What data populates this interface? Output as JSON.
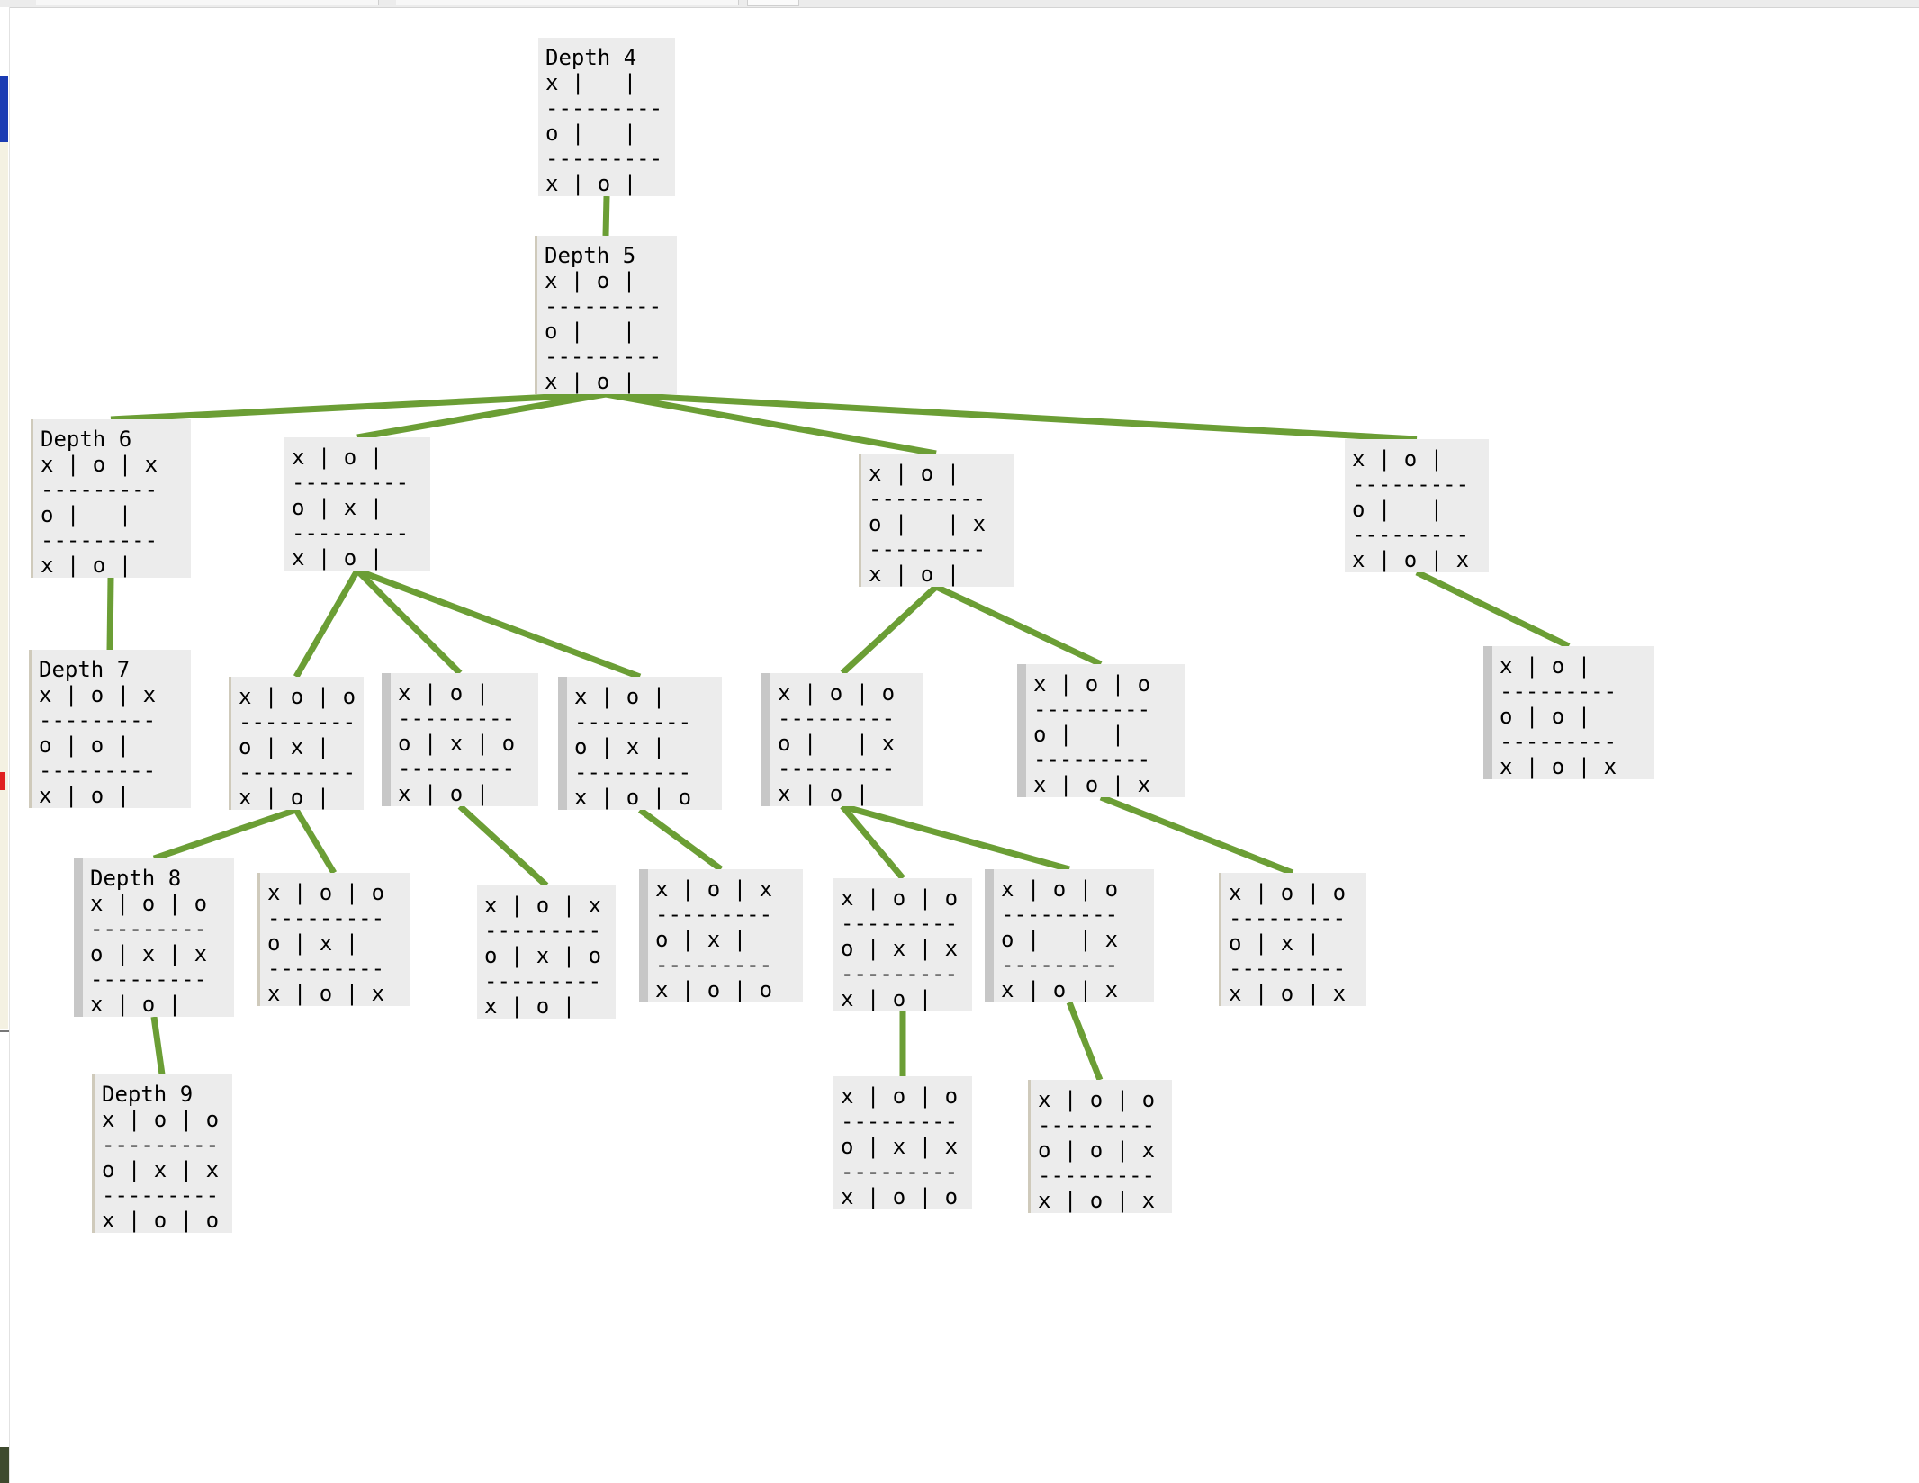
{
  "tree": {
    "nodes": [
      {
        "id": "n4",
        "depth_label": "Depth 4",
        "board": "x |   |\n---------\no |   |\n---------\nx | o |"
      },
      {
        "id": "n5",
        "depth_label": "Depth 5",
        "board": "x | o |\n---------\no |   |\n---------\nx | o |"
      },
      {
        "id": "n6a",
        "depth_label": "Depth 6",
        "board": "x | o | x\n---------\no |   |\n---------\nx | o |"
      },
      {
        "id": "n6b",
        "depth_label": "",
        "board": "x | o |\n---------\no | x |\n---------\nx | o |"
      },
      {
        "id": "n6c",
        "depth_label": "",
        "board": "x | o |\n---------\no |   | x\n---------\nx | o |"
      },
      {
        "id": "n6d",
        "depth_label": "",
        "board": "x | o |\n---------\no |   |\n---------\nx | o | x"
      },
      {
        "id": "n7a",
        "depth_label": "Depth 7",
        "board": "x | o | x\n---------\no | o |\n---------\nx | o |"
      },
      {
        "id": "n7b",
        "depth_label": "",
        "board": "x | o | o\n---------\no | x |\n---------\nx | o |"
      },
      {
        "id": "n7c",
        "depth_label": "",
        "board": "x | o |\n---------\no | x | o\n---------\nx | o |"
      },
      {
        "id": "n7d",
        "depth_label": "",
        "board": "x | o |\n---------\no | x |\n---------\nx | o | o"
      },
      {
        "id": "n7e",
        "depth_label": "",
        "board": "x | o | o\n---------\no |   | x\n---------\nx | o |"
      },
      {
        "id": "n7f",
        "depth_label": "",
        "board": "x | o | o\n---------\no |   |\n---------\nx | o | x"
      },
      {
        "id": "n7g",
        "depth_label": "",
        "board": "x | o |\n---------\no | o |\n---------\nx | o | x"
      },
      {
        "id": "n8a",
        "depth_label": "Depth 8",
        "board": "x | o | o\n---------\no | x | x\n---------\nx | o |"
      },
      {
        "id": "n8b",
        "depth_label": "",
        "board": "x | o | o\n---------\no | x |\n---------\nx | o | x"
      },
      {
        "id": "n8c",
        "depth_label": "",
        "board": "x | o | x\n---------\no | x | o\n---------\nx | o |"
      },
      {
        "id": "n8d",
        "depth_label": "",
        "board": "x | o | x\n---------\no | x |\n---------\nx | o | o"
      },
      {
        "id": "n8e",
        "depth_label": "",
        "board": "x | o | o\n---------\no | x | x\n---------\nx | o |"
      },
      {
        "id": "n8f",
        "depth_label": "",
        "board": "x | o | o\n---------\no |   | x\n---------\nx | o | x"
      },
      {
        "id": "n8g",
        "depth_label": "",
        "board": "x | o | o\n---------\no | x |\n---------\nx | o | x"
      },
      {
        "id": "n9a",
        "depth_label": "Depth 9",
        "board": "x | o | o\n---------\no | x | x\n---------\nx | o | o"
      },
      {
        "id": "n9b",
        "depth_label": "",
        "board": "x | o | o\n---------\no | x | x\n---------\nx | o | o"
      },
      {
        "id": "n9c",
        "depth_label": "",
        "board": "x | o | o\n---------\no | o | x\n---------\nx | o | x"
      }
    ],
    "edges": [
      [
        "n4",
        "n5"
      ],
      [
        "n5",
        "n6a"
      ],
      [
        "n5",
        "n6b"
      ],
      [
        "n5",
        "n6c"
      ],
      [
        "n5",
        "n6d"
      ],
      [
        "n6a",
        "n7a"
      ],
      [
        "n6b",
        "n7b"
      ],
      [
        "n6b",
        "n7c"
      ],
      [
        "n6b",
        "n7d"
      ],
      [
        "n6c",
        "n7e"
      ],
      [
        "n6c",
        "n7f"
      ],
      [
        "n6d",
        "n7g"
      ],
      [
        "n7b",
        "n8a"
      ],
      [
        "n7b",
        "n8b"
      ],
      [
        "n7c",
        "n8c"
      ],
      [
        "n7d",
        "n8d"
      ],
      [
        "n7e",
        "n8e"
      ],
      [
        "n7e",
        "n8f"
      ],
      [
        "n7f",
        "n8g"
      ],
      [
        "n8a",
        "n9a"
      ],
      [
        "n8e",
        "n9b"
      ],
      [
        "n8f",
        "n9c"
      ]
    ],
    "edge_color": "#6b9e35",
    "node_background": "#ececec"
  }
}
